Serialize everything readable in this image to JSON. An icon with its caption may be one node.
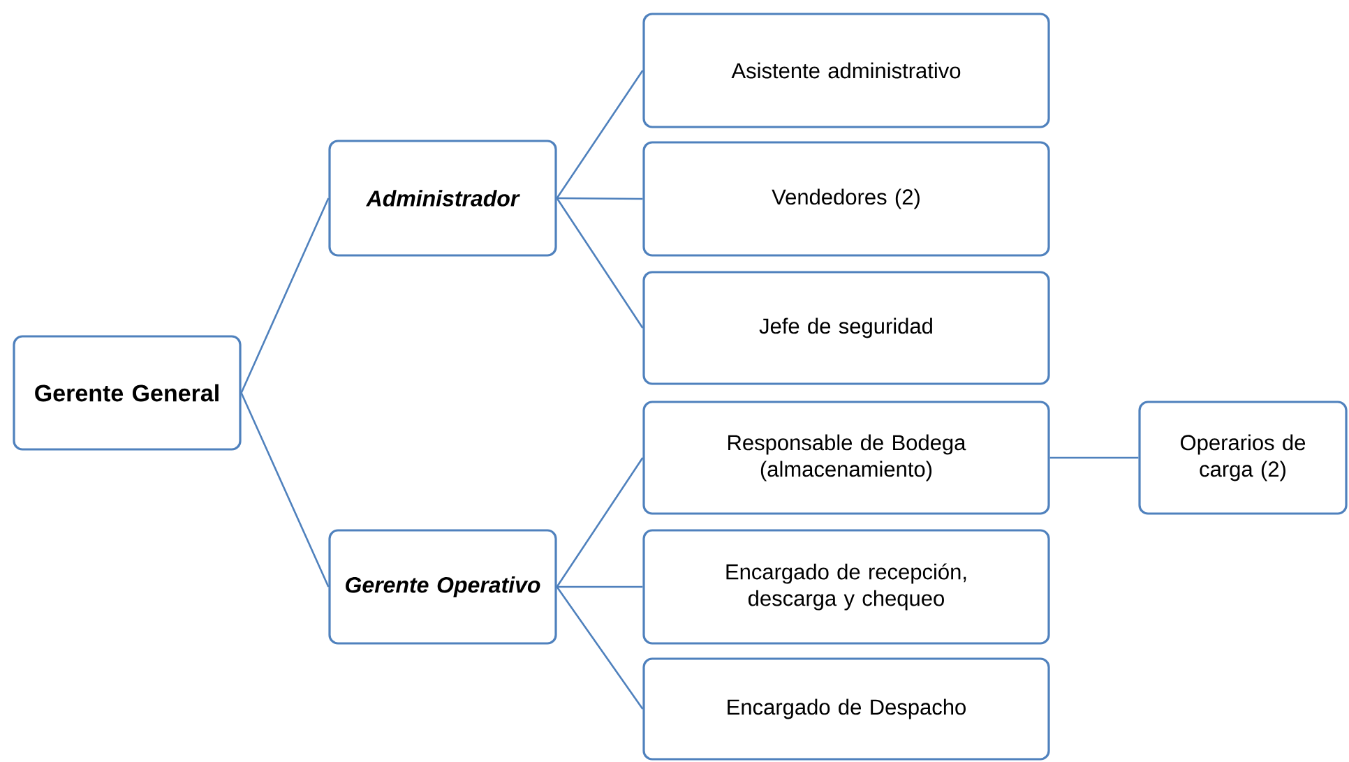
{
  "diagram": {
    "nodes": [
      {
        "text": [
          "Gerente General"
        ]
      },
      {
        "text": [
          "Administrador"
        ]
      },
      {
        "text": [
          "Gerente Operativo"
        ]
      },
      {
        "text": [
          "Asistente administrativo"
        ]
      },
      {
        "text": [
          "Vendedores (2)"
        ]
      },
      {
        "text": [
          "Jefe de seguridad"
        ]
      },
      {
        "text": [
          "Responsable de Bodega (almacenamiento)"
        ]
      },
      {
        "text": [
          "Encargado de recepción, descarga y chequeo"
        ]
      },
      {
        "text": [
          "Encargado de Despacho"
        ]
      },
      {
        "text": [
          "Operarios de carga (2)"
        ]
      }
    ],
    "edges": [
      {
        "from": 0,
        "to": 1,
        "arrow": "none"
      },
      {
        "from": 0,
        "to": 2,
        "arrow": "none"
      },
      {
        "from": 1,
        "to": 3,
        "arrow": "none"
      },
      {
        "from": 1,
        "to": 4,
        "arrow": "none"
      },
      {
        "from": 1,
        "to": 5,
        "arrow": "none"
      },
      {
        "from": 2,
        "to": 6,
        "arrow": "none"
      },
      {
        "from": 2,
        "to": 7,
        "arrow": "none"
      },
      {
        "from": 2,
        "to": 8,
        "arrow": "none"
      },
      {
        "from": 6,
        "to": 9,
        "arrow": "none"
      }
    ]
  }
}
